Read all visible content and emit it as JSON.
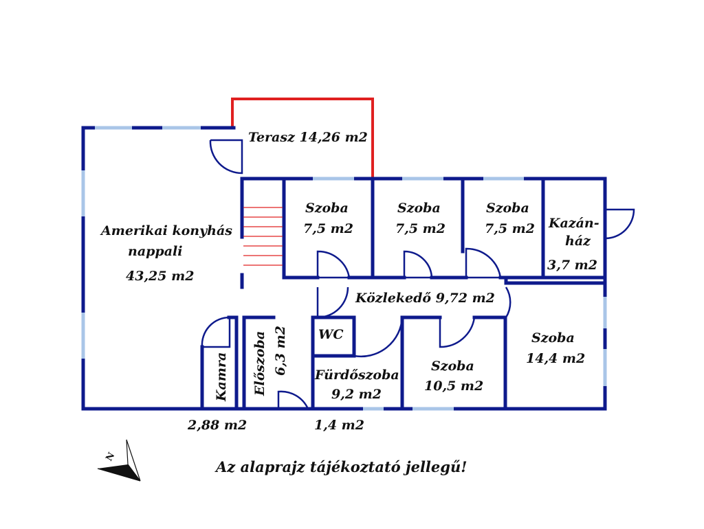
{
  "colors": {
    "wall": "#0e1a8c",
    "window": "#a9c5e8",
    "terrace": "#e02020",
    "stairs": "#e02020",
    "text": "#111111"
  },
  "rooms": {
    "terasz": "Terasz 14,26 m2",
    "nappali_line1": "Amerikai konyhás",
    "nappali_line2": "nappali",
    "nappali_area": "43,25 m2",
    "szoba1_name": "Szoba",
    "szoba1_area": "7,5 m2",
    "szoba2_name": "Szoba",
    "szoba2_area": "7,5 m2",
    "szoba3_name": "Szoba",
    "szoba3_area": "7,5 m2",
    "kazan_line1": "Kazán-",
    "kazan_line2": "ház",
    "kazan_area": "3,7 m2",
    "kozlekedo": "Közlekedő 9,72 m2",
    "wc": "WC",
    "wc_area": "1,4 m2",
    "kamra": "Kamra",
    "kamra_area": "2,88 m2",
    "eloszoba": "Előszoba",
    "eloszoba_area": "6,3 m2",
    "furdo_name": "Fürdőszoba",
    "furdo_area": "9,2 m2",
    "szoba4_name": "Szoba",
    "szoba4_area": "10,5 m2",
    "szoba5_name": "Szoba",
    "szoba5_area": "14,4 m2"
  },
  "compass_letter": "N",
  "note": "Az alaprajz tájékoztató jellegű!"
}
